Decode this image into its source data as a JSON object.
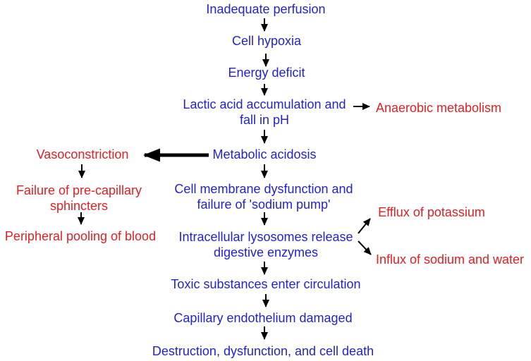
{
  "diagram": {
    "description": "Flowchart of inadequate perfusion leading to cell death",
    "colors": {
      "node_primary": "#2323cb",
      "node_secondary": "#e02025",
      "arrow": "#000000",
      "background": "#ffffff"
    },
    "nodes": {
      "inadequate_perfusion": {
        "line1": "Inadequate perfusion"
      },
      "cell_hypoxia": {
        "line1": "Cell hypoxia"
      },
      "energy_deficit": {
        "line1": "Energy deficit"
      },
      "lactic_acid": {
        "line1": "Lactic acid accumulation and",
        "line2": "fall in pH"
      },
      "anaerobic_metabolism": {
        "line1": "Anaerobic metabolism"
      },
      "metabolic_acidosis": {
        "line1": "Metabolic acidosis"
      },
      "vasoconstriction": {
        "line1": "Vasoconstriction"
      },
      "failure_precapillary": {
        "line1": "Failure of pre-capillary",
        "line2": "sphincters"
      },
      "peripheral_pooling": {
        "line1": "Peripheral pooling of blood"
      },
      "cell_membrane": {
        "line1": "Cell membrane dysfunction and",
        "line2": "failure of 'sodium pump'"
      },
      "lysosomes": {
        "line1": "Intracellular lysosomes release",
        "line2": "digestive enzymes"
      },
      "efflux_potassium": {
        "line1": "Efflux of potassium"
      },
      "influx_sodium": {
        "line1": "Influx of sodium and water"
      },
      "toxic_substances": {
        "line1": "Toxic substances enter circulation"
      },
      "capillary_endothelium": {
        "line1": "Capillary endothelium damaged"
      },
      "destruction": {
        "line1": "Destruction, dysfunction, and cell death"
      }
    },
    "edges": [
      {
        "from": "inadequate_perfusion",
        "to": "cell_hypoxia",
        "style": "thin-vertical"
      },
      {
        "from": "cell_hypoxia",
        "to": "energy_deficit",
        "style": "thin-vertical"
      },
      {
        "from": "energy_deficit",
        "to": "lactic_acid",
        "style": "thin-vertical"
      },
      {
        "from": "lactic_acid",
        "to": "anaerobic_metabolism",
        "style": "thin-horizontal-right"
      },
      {
        "from": "lactic_acid",
        "to": "metabolic_acidosis",
        "style": "thin-vertical"
      },
      {
        "from": "metabolic_acidosis",
        "to": "vasoconstriction",
        "style": "thick-horizontal-left"
      },
      {
        "from": "metabolic_acidosis",
        "to": "cell_membrane",
        "style": "thin-vertical"
      },
      {
        "from": "vasoconstriction",
        "to": "failure_precapillary",
        "style": "thin-vertical"
      },
      {
        "from": "failure_precapillary",
        "to": "peripheral_pooling",
        "style": "thin-vertical"
      },
      {
        "from": "cell_membrane",
        "to": "lysosomes",
        "style": "thin-vertical"
      },
      {
        "from": "lysosomes",
        "to": "efflux_potassium",
        "style": "thin-diagonal-up-right"
      },
      {
        "from": "lysosomes",
        "to": "influx_sodium",
        "style": "thin-diagonal-down-right"
      },
      {
        "from": "lysosomes",
        "to": "toxic_substances",
        "style": "thin-vertical"
      },
      {
        "from": "toxic_substances",
        "to": "capillary_endothelium",
        "style": "thin-vertical"
      },
      {
        "from": "capillary_endothelium",
        "to": "destruction",
        "style": "thin-vertical"
      }
    ]
  }
}
